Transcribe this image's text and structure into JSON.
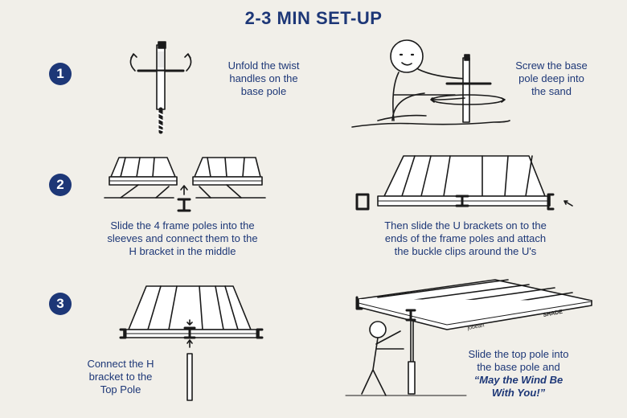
{
  "title": "2-3 MIN SET-UP",
  "colors": {
    "accent": "#1d3777",
    "background": "#f1efe9",
    "line": "#1a1a1a"
  },
  "steps": [
    {
      "number": "1",
      "left_caption": [
        "Unfold the twist",
        "handles on the",
        "base pole"
      ],
      "right_caption": [
        "Screw the base",
        "pole deep into",
        "the sand"
      ]
    },
    {
      "number": "2",
      "left_caption": [
        "Slide the 4 frame poles into the",
        "sleeves and connect them to the",
        "H bracket in the middle"
      ],
      "right_caption": [
        "Then slide the U brackets on to the",
        "ends of the frame poles and attach",
        "the buckle clips around the U's"
      ]
    },
    {
      "number": "3",
      "left_caption": [
        "Connect the H",
        "bracket to the",
        "Top Pole"
      ],
      "right_caption": [
        "Slide the top pole into",
        "the base pole and"
      ],
      "right_caption_emphasis": [
        "“May the Wind Be",
        "With You!”"
      ],
      "canopy_labels": {
        "brand": "jobean",
        "logo": "SHADE"
      }
    }
  ]
}
